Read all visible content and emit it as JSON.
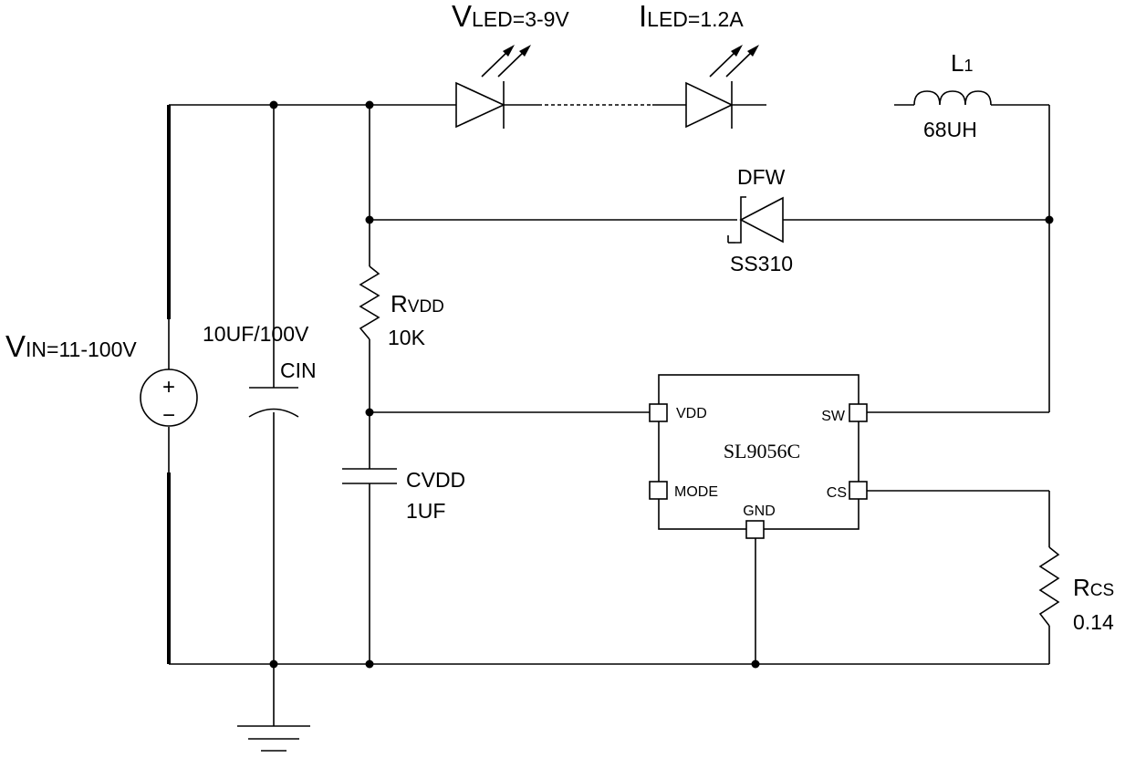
{
  "vin": {
    "cap": "V",
    "rest": "IN=11-100V",
    "plus": "+",
    "minus": "−"
  },
  "vled": {
    "cap": "V",
    "rest": "LED=3-9V"
  },
  "iled": {
    "cap": "I",
    "rest": "LED=1.2A"
  },
  "inductor": {
    "cap": "L",
    "sub": "1",
    "value": "68UH"
  },
  "diode": {
    "name": "DFW",
    "part": "SS310"
  },
  "rvdd": {
    "cap": "R",
    "rest": "VDD",
    "value": "10K"
  },
  "cin": {
    "value": "10UF/100V",
    "name": "CIN"
  },
  "cvdd": {
    "name": "CVDD",
    "value": "1UF"
  },
  "rcs": {
    "cap": "R",
    "rest": "CS",
    "value": "0.14"
  },
  "ic": {
    "name": "SL9056C",
    "pins": {
      "vdd": "VDD",
      "sw": "SW",
      "mode": "MODE",
      "cs": "CS",
      "gnd": "GND"
    }
  }
}
